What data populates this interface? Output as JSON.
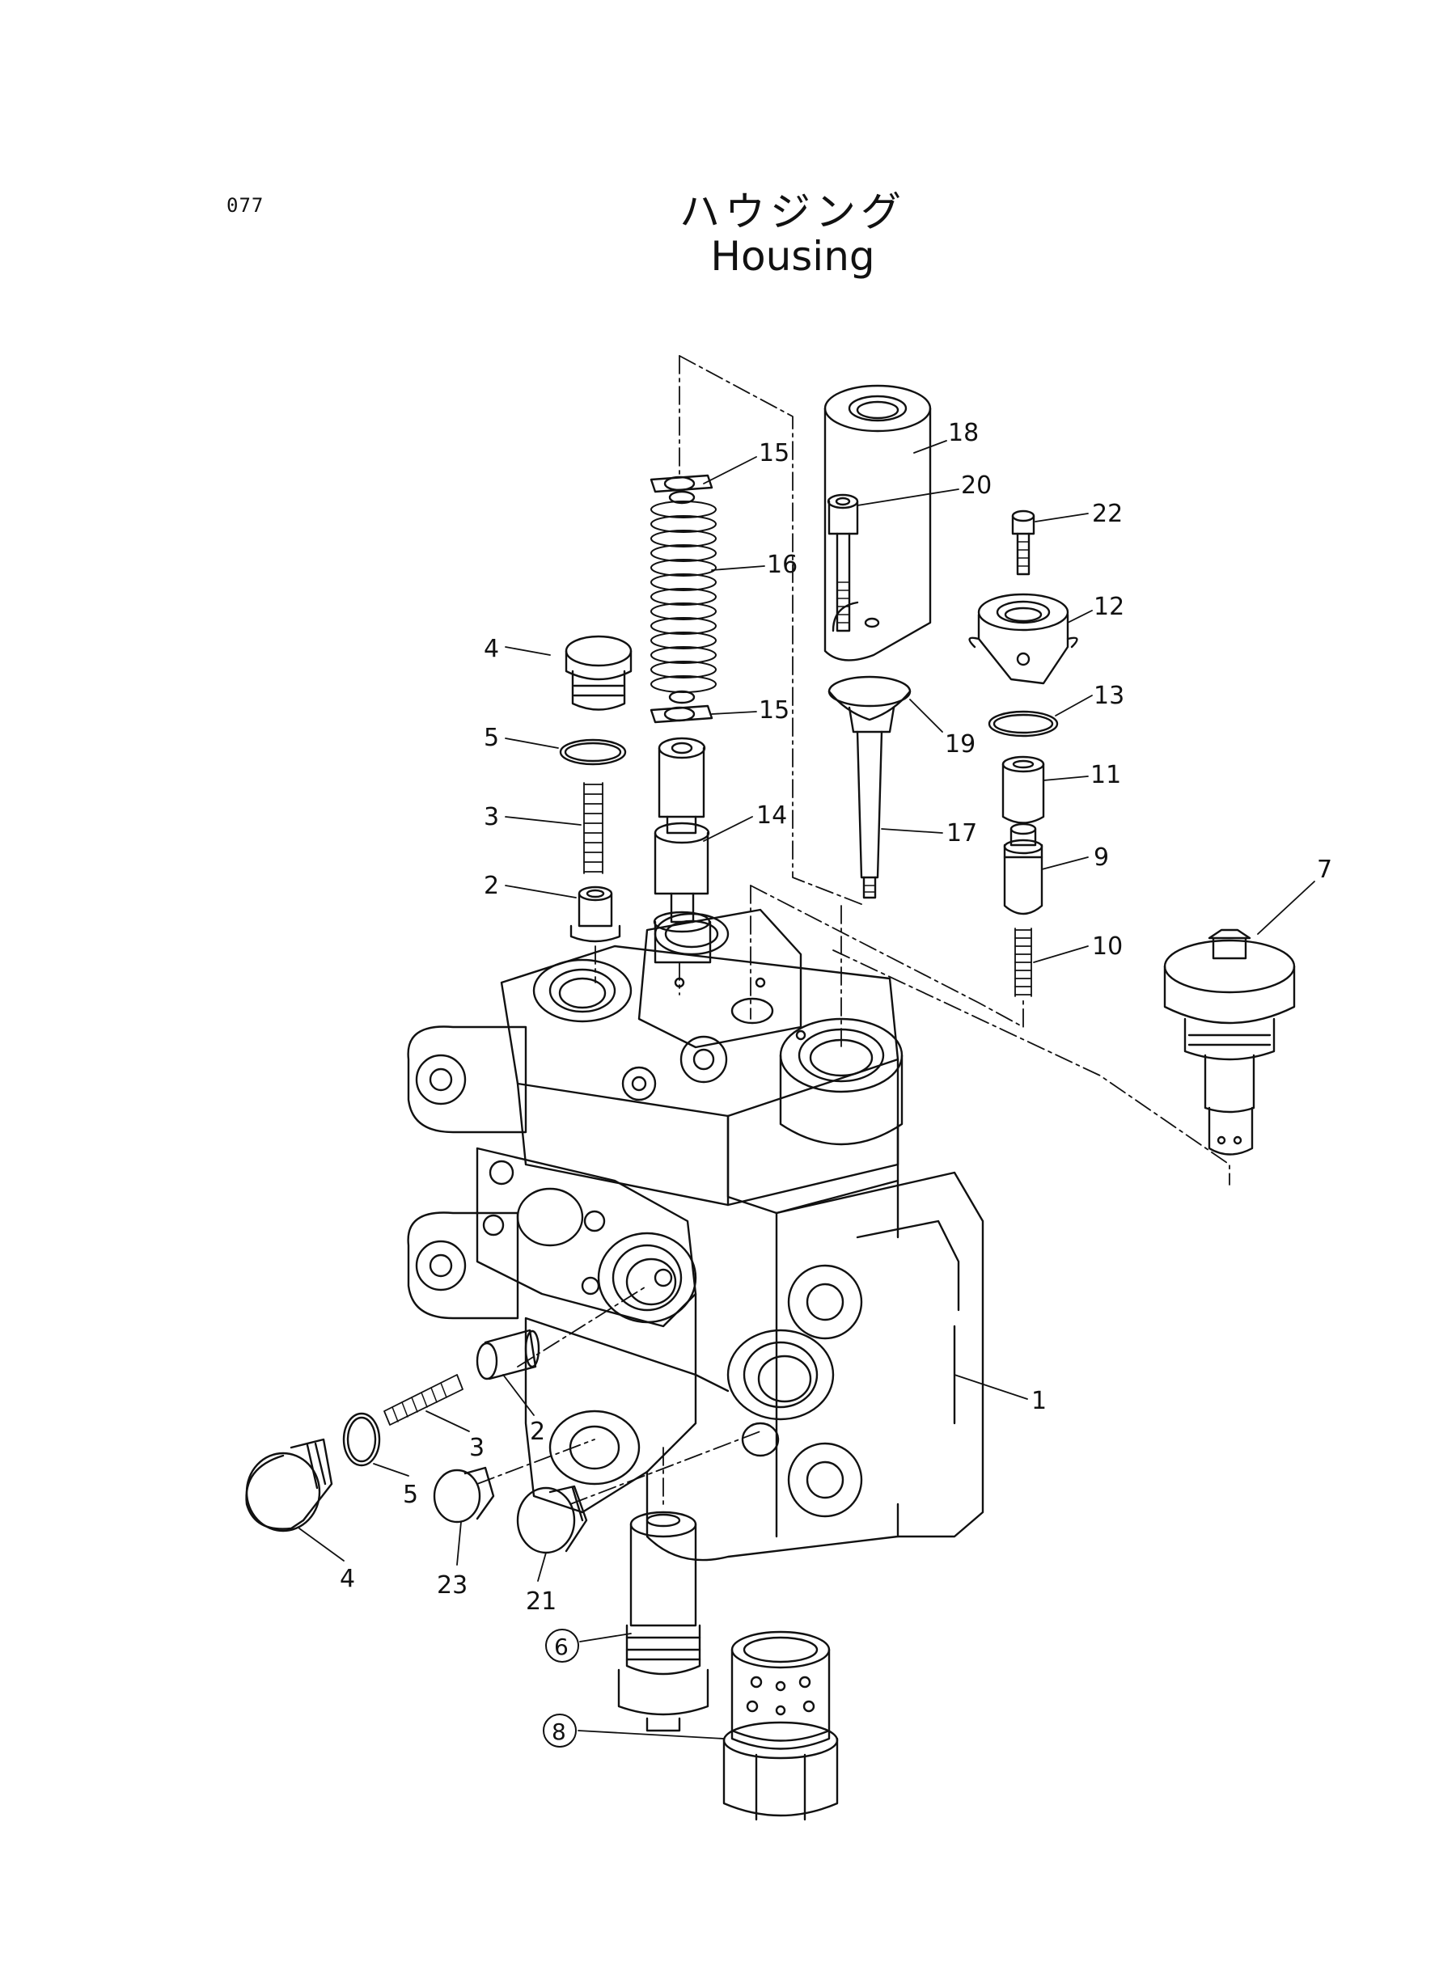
{
  "page": {
    "number": "077",
    "title_jp": "ハウジング",
    "title_en": "Housing"
  },
  "callouts": [
    {
      "id": "c1",
      "text": "1",
      "circled": false
    },
    {
      "id": "c2a",
      "text": "2",
      "circled": false
    },
    {
      "id": "c2b",
      "text": "2",
      "circled": false
    },
    {
      "id": "c3a",
      "text": "3",
      "circled": false
    },
    {
      "id": "c3b",
      "text": "3",
      "circled": false
    },
    {
      "id": "c4a",
      "text": "4",
      "circled": false
    },
    {
      "id": "c4b",
      "text": "4",
      "circled": false
    },
    {
      "id": "c5a",
      "text": "5",
      "circled": false
    },
    {
      "id": "c5b",
      "text": "5",
      "circled": false
    },
    {
      "id": "c6",
      "text": "6",
      "circled": true
    },
    {
      "id": "c7",
      "text": "7",
      "circled": false
    },
    {
      "id": "c8",
      "text": "8",
      "circled": true
    },
    {
      "id": "c9",
      "text": "9",
      "circled": false
    },
    {
      "id": "c10",
      "text": "10",
      "circled": false
    },
    {
      "id": "c11",
      "text": "11",
      "circled": false
    },
    {
      "id": "c12",
      "text": "12",
      "circled": false
    },
    {
      "id": "c13",
      "text": "13",
      "circled": false
    },
    {
      "id": "c14",
      "text": "14",
      "circled": false
    },
    {
      "id": "c15a",
      "text": "15",
      "circled": false
    },
    {
      "id": "c15b",
      "text": "15",
      "circled": false
    },
    {
      "id": "c16",
      "text": "16",
      "circled": false
    },
    {
      "id": "c17",
      "text": "17",
      "circled": false
    },
    {
      "id": "c18",
      "text": "18",
      "circled": false
    },
    {
      "id": "c19",
      "text": "19",
      "circled": false
    },
    {
      "id": "c20",
      "text": "20",
      "circled": false
    },
    {
      "id": "c21",
      "text": "21",
      "circled": false
    },
    {
      "id": "c22",
      "text": "22",
      "circled": false
    },
    {
      "id": "c23",
      "text": "23",
      "circled": false
    }
  ]
}
